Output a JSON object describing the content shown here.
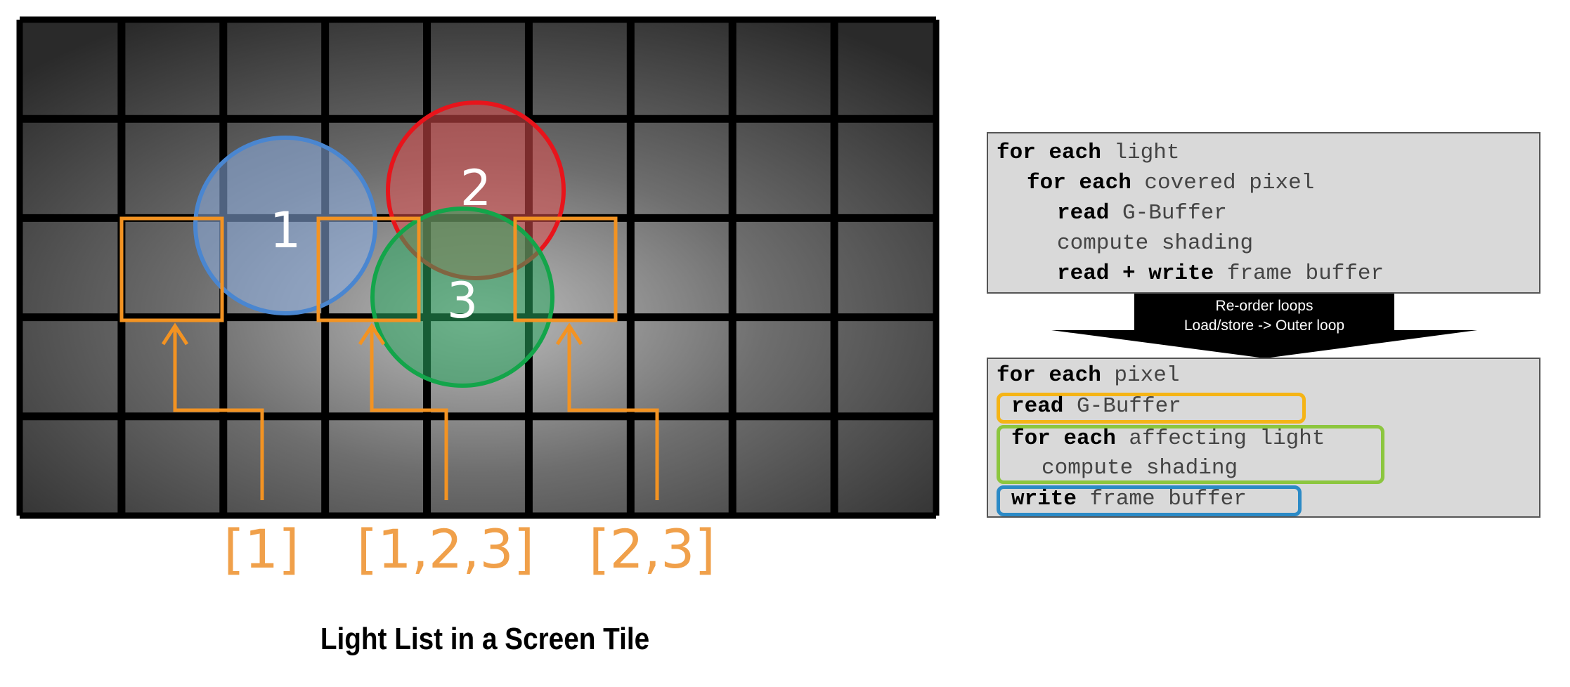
{
  "left_panel": {
    "light_labels": [
      "1",
      "2",
      "3"
    ],
    "tile_lists": [
      "[1]",
      "[1,2,3]",
      "[2,3]"
    ],
    "caption": "Light List in a Screen Tile",
    "colors": {
      "light1": "#4a86d0",
      "light2": "#e8141b",
      "light3": "#13a54a",
      "tile_highlight": "#f39322"
    }
  },
  "top_code": {
    "lines": [
      {
        "kw": "for each",
        "rest": " light"
      },
      {
        "kw": "for each",
        "rest": " covered pixel"
      },
      {
        "kw": "read",
        "rest": " G-Buffer"
      },
      {
        "kw": "",
        "rest": "compute shading"
      },
      {
        "kw": "read + write",
        "rest": " frame buffer"
      }
    ]
  },
  "arrow": {
    "line1": "Re-order loops",
    "line2": "Load/store -> Outer loop"
  },
  "bottom_code": {
    "lines": [
      {
        "kw": "for each",
        "rest": " pixel"
      },
      {
        "kw": "read",
        "rest": " G-Buffer"
      },
      {
        "kw": "for each",
        "rest": " affecting light"
      },
      {
        "kw": "",
        "rest": "compute shading"
      },
      {
        "kw": "write",
        "rest": " frame buffer"
      }
    ],
    "colors": {
      "read": "#f5b416",
      "loop": "#8cc63f",
      "write": "#2b8ac6"
    }
  }
}
